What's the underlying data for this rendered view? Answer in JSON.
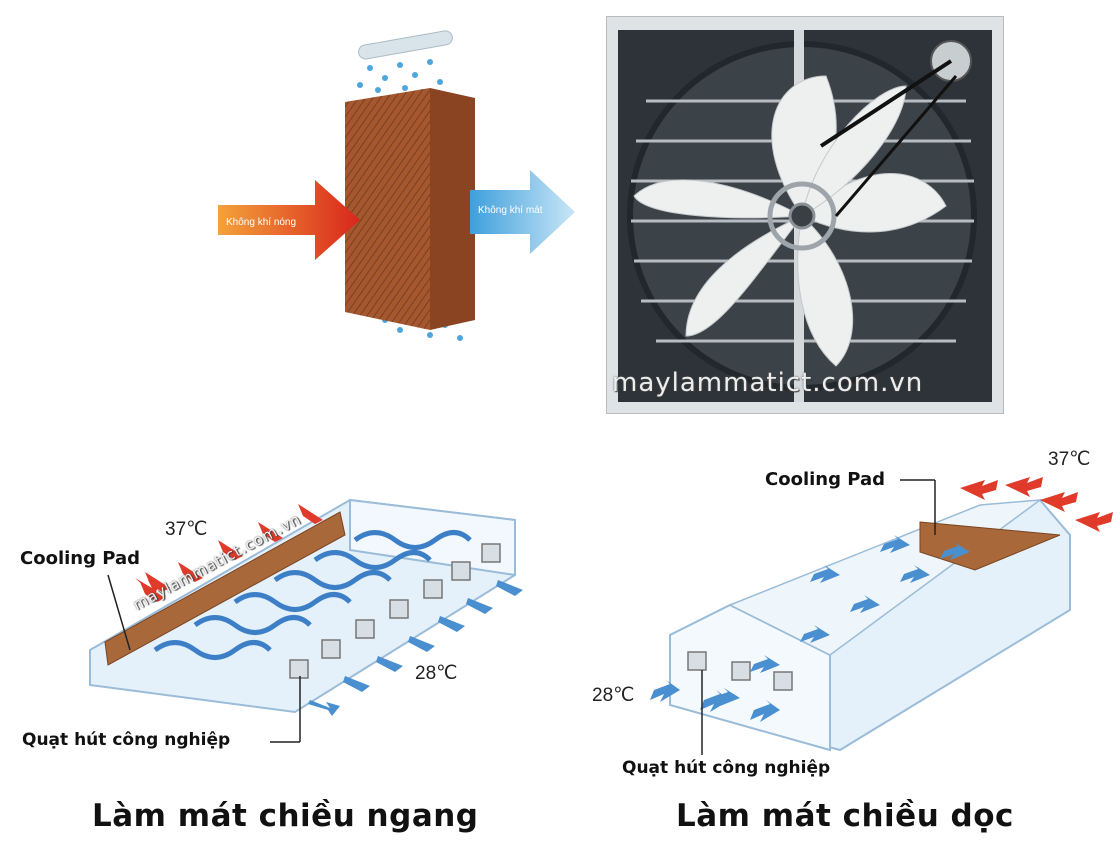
{
  "top_left_diagram": {
    "hot_air_label": "Không khí nóng",
    "cool_air_label": "Không khí mát"
  },
  "fan_photo": {
    "watermark": "maylammatict.com.vn"
  },
  "horizontal_diagram": {
    "cooling_pad_label": "Cooling Pad",
    "temp_in": "37℃",
    "temp_out": "28℃",
    "fan_label": "Quạt hút công nghiệp",
    "watermark": "maylammatict.com.vn",
    "caption": "Làm mát chiều ngang"
  },
  "vertical_diagram": {
    "cooling_pad_label": "Cooling Pad",
    "temp_in": "37℃",
    "temp_out": "28℃",
    "fan_label": "Quạt hút công nghiệp",
    "caption": "Làm mát chiều dọc"
  },
  "colors": {
    "hot_arrow": "#e8502a",
    "cool_arrow": "#5aaee0",
    "pad": "#a0562e",
    "red_arrow": "#e03a2a",
    "blue_arrow": "#4a8fd0"
  }
}
